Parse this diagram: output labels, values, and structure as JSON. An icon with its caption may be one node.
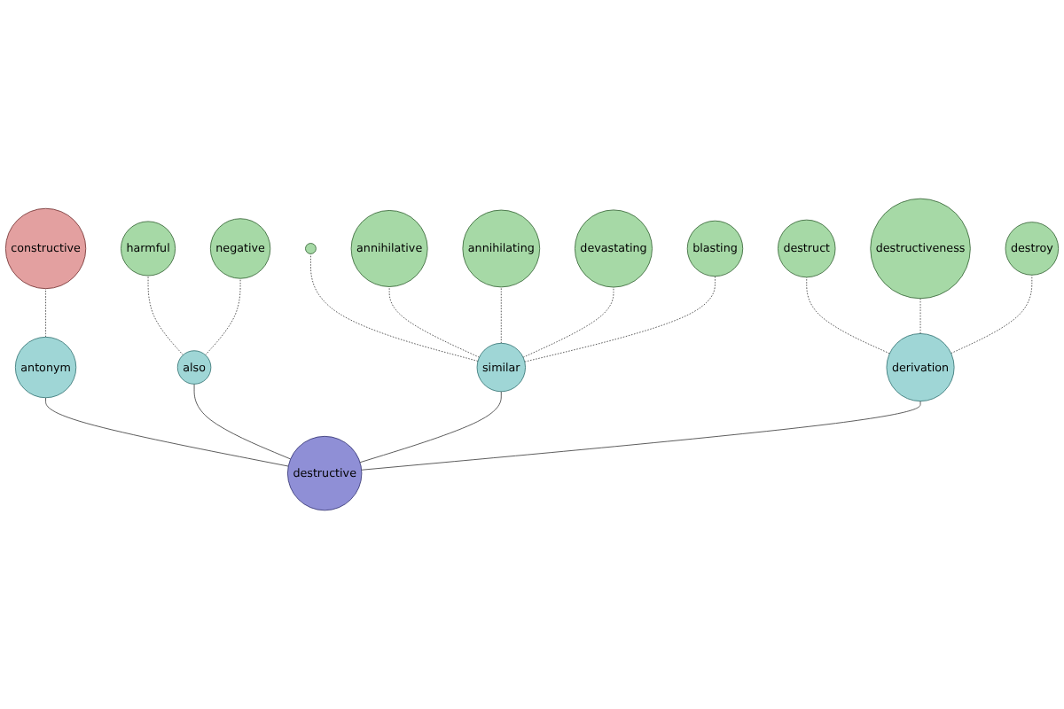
{
  "diagram": {
    "nodes": [
      {
        "text": [],
        "shape": "circle"
      },
      {
        "text": [
          "annihilative"
        ]
      },
      {
        "text": [
          "annihilating"
        ]
      },
      {
        "text": [
          "devastating"
        ]
      },
      {
        "text": [
          "similar"
        ]
      },
      {
        "text": [
          "harmful"
        ]
      },
      {
        "text": [
          "negative"
        ]
      },
      {
        "text": [
          "blasting"
        ]
      },
      {
        "text": [
          "also"
        ]
      },
      {
        "text": [
          "constructive"
        ]
      },
      {
        "text": [
          "antonym"
        ]
      },
      {
        "text": [
          "destructive"
        ]
      },
      {
        "text": [
          "derivation"
        ]
      },
      {
        "text": [
          "destruct"
        ]
      },
      {
        "text": [
          "destructiveness"
        ]
      },
      {
        "text": [
          "destroy"
        ]
      }
    ],
    "edges": [
      {
        "from": 11,
        "to": 10,
        "arrow": "none"
      },
      {
        "from": 11,
        "to": 8,
        "arrow": "none"
      },
      {
        "from": 11,
        "to": 4,
        "arrow": "none"
      },
      {
        "from": 11,
        "to": 12,
        "arrow": "none"
      },
      {
        "from": 4,
        "to": 0,
        "arrow": "none",
        "style": "dashed"
      },
      {
        "from": 4,
        "to": 1,
        "arrow": "none",
        "style": "dashed"
      },
      {
        "from": 4,
        "to": 2,
        "arrow": "none",
        "style": "dashed"
      },
      {
        "from": 4,
        "to": 3,
        "arrow": "none",
        "style": "dashed"
      },
      {
        "from": 4,
        "to": 7,
        "arrow": "none",
        "style": "dashed"
      },
      {
        "from": 8,
        "to": 5,
        "arrow": "none",
        "style": "dashed"
      },
      {
        "from": 8,
        "to": 6,
        "arrow": "none",
        "style": "dashed"
      },
      {
        "from": 10,
        "to": 9,
        "arrow": "none",
        "style": "dashed"
      },
      {
        "from": 12,
        "to": 13,
        "arrow": "none",
        "style": "dashed"
      },
      {
        "from": 12,
        "to": 14,
        "arrow": "none",
        "style": "dashed"
      },
      {
        "from": 12,
        "to": 15,
        "arrow": "none",
        "style": "dashed"
      }
    ]
  }
}
